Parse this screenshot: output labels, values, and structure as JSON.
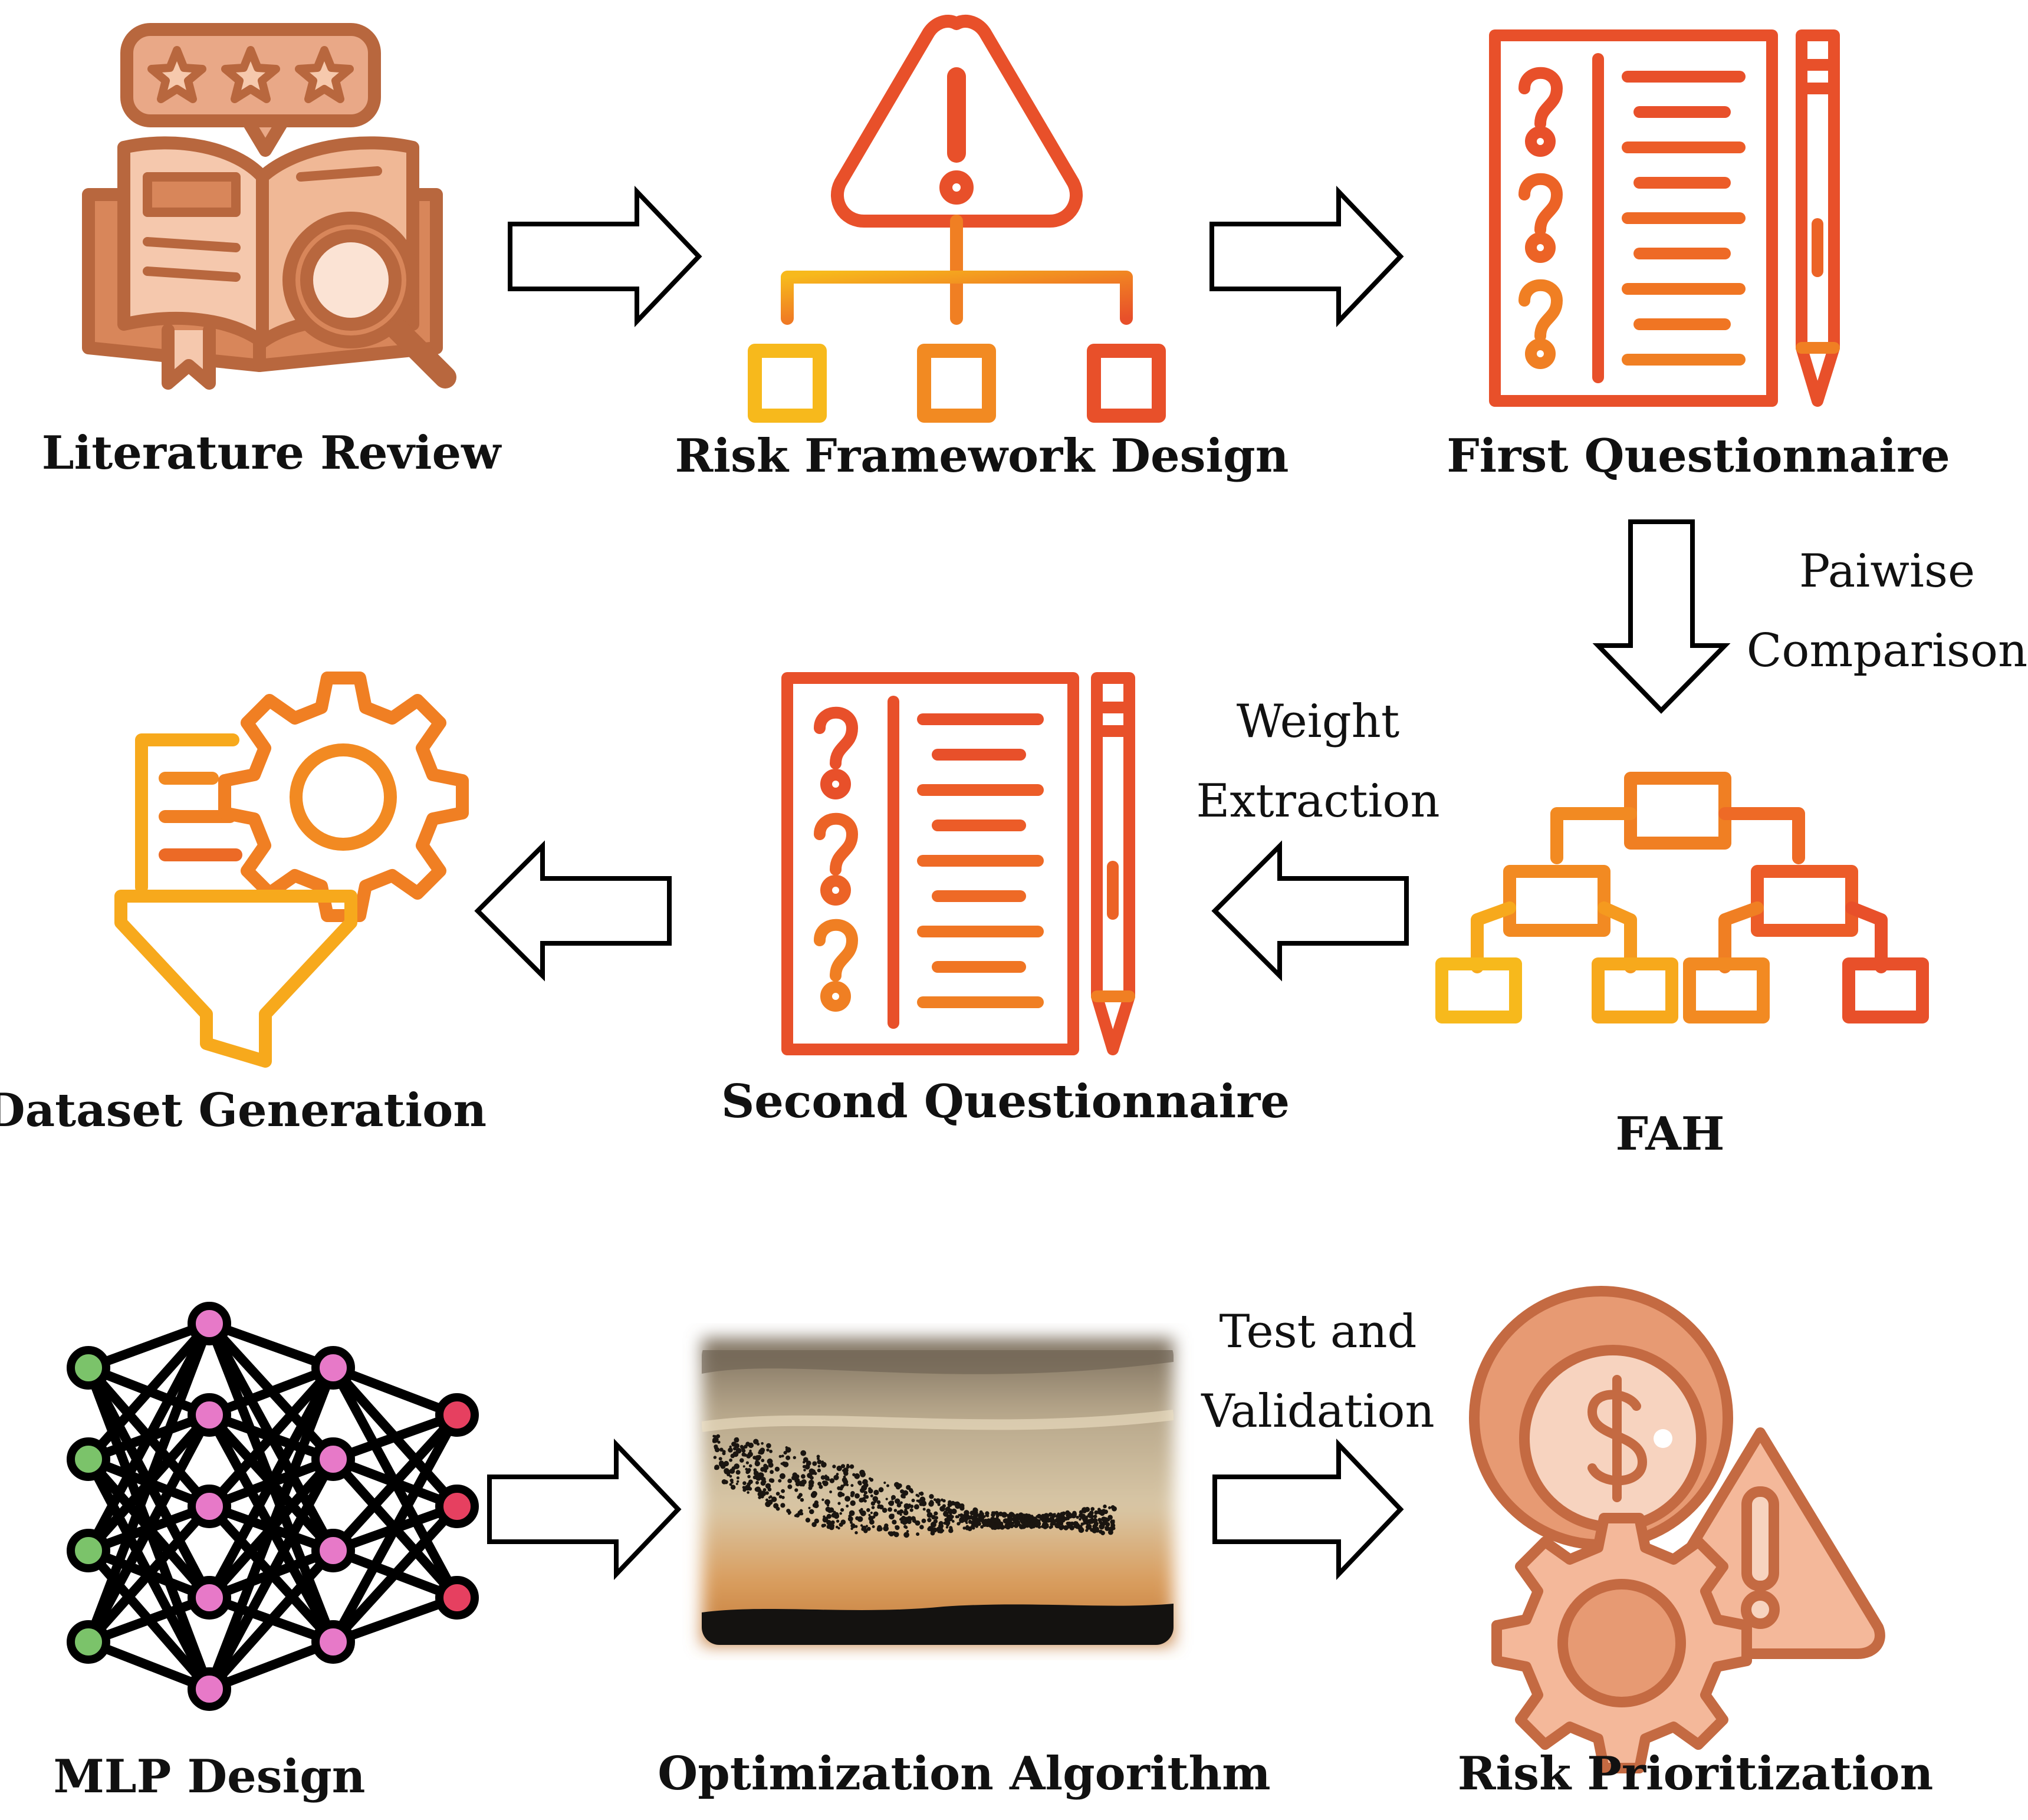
{
  "steps": {
    "literature_review": "Literature Review",
    "risk_framework_design": "Risk Framework Design",
    "first_questionnaire": "First Questionnaire",
    "fah": "FAH",
    "second_questionnaire": "Second Questionnaire",
    "dataset_generation": "Dataset Generation",
    "mlp_design": "MLP Design",
    "optimization_algorithm": "Optimization Algorithm",
    "risk_prioritization": "Risk Prioritization"
  },
  "edge_labels": {
    "pairwise_line1": "Paiwise",
    "pairwise_line2": "Comparison",
    "weight_line1": "Weight",
    "weight_line2": "Extraction",
    "test_line1": "Test and",
    "test_line2": "Validation"
  },
  "icons": {
    "literature_review": "book-magnifier-rating-icon",
    "risk_framework_design": "warning-hierarchy-icon",
    "first_questionnaire": "questionnaire-pencil-icon",
    "fah": "tree-hierarchy-icon",
    "second_questionnaire": "questionnaire-pencil-icon",
    "dataset_generation": "document-gear-funnel-icon",
    "mlp_design": "neural-network-icon",
    "optimization_algorithm": "bird-flock-photo",
    "risk_prioritization": "dollar-gear-warning-icon"
  },
  "colors": {
    "orange_red": "#e8502a",
    "orange": "#f07f23",
    "yellow": "#f7b91c",
    "brown": "#b8673e",
    "peach": "#f4b89a",
    "node_green": "#7bc36a",
    "node_pink": "#e779c8",
    "node_red": "#e64060"
  }
}
